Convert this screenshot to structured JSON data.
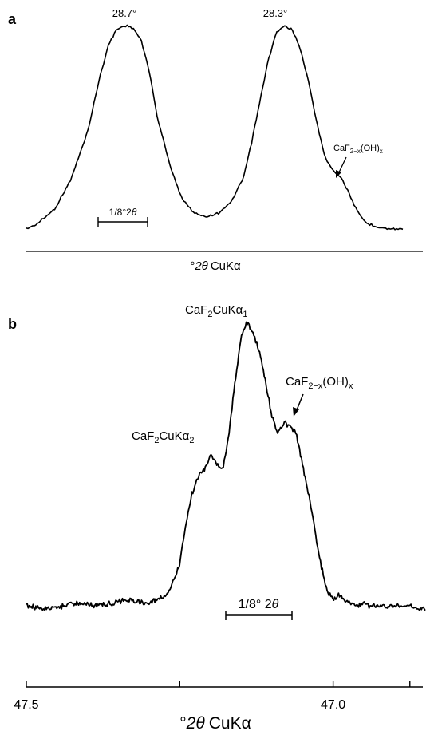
{
  "chart_data": [
    {
      "type": "line",
      "panel_label": "a",
      "xlabel_prefix": "°",
      "xlabel_theta": "2θ",
      "xlabel_suffix": "CuK",
      "xlabel_alpha": "α",
      "peak_labels": [
        "28.7°",
        "28.3°"
      ],
      "annotation": {
        "base": "CaF",
        "sub1": "2−x",
        "mid": "(OH)",
        "sub2": "x"
      },
      "scale_bar": {
        "text": "1/8°2",
        "theta": "θ",
        "width_deg": 0.125
      },
      "x_direction": "decreasing",
      "xlim": [
        28.95,
        28.03
      ],
      "ylim": [
        0,
        1
      ],
      "series": [
        {
          "x": [
            28.95,
            28.92,
            28.88,
            28.84,
            28.8,
            28.77,
            28.75,
            28.73,
            28.71,
            28.69,
            28.67,
            28.65,
            28.63,
            28.6,
            28.57,
            28.54,
            28.51,
            28.48,
            28.45,
            28.42,
            28.4,
            28.38,
            28.36,
            28.34,
            28.32,
            28.3,
            28.28,
            28.26,
            28.24,
            28.22,
            28.2,
            28.18,
            28.16,
            28.14,
            28.12,
            28.09,
            28.06,
            28.03
          ],
          "y": [
            0.0,
            0.03,
            0.1,
            0.25,
            0.48,
            0.75,
            0.9,
            0.98,
            1.0,
            0.99,
            0.93,
            0.78,
            0.55,
            0.32,
            0.15,
            0.08,
            0.06,
            0.08,
            0.13,
            0.25,
            0.42,
            0.62,
            0.82,
            0.96,
            1.0,
            0.98,
            0.88,
            0.72,
            0.52,
            0.35,
            0.29,
            0.25,
            0.17,
            0.08,
            0.03,
            0.01,
            0.0,
            0.0
          ]
        }
      ]
    },
    {
      "type": "line",
      "panel_label": "b",
      "xlabel_prefix": "°",
      "xlabel_theta": "2θ",
      "xlabel_suffix": "CuK",
      "xlabel_alpha": "α",
      "x_direction": "decreasing",
      "xlim": [
        47.5,
        46.85
      ],
      "ylim": [
        0,
        1
      ],
      "xticks": [
        47.5,
        47.25,
        47.0,
        46.875
      ],
      "xtick_labels": [
        "47.5",
        "",
        "47.0",
        ""
      ],
      "peak_labels": [
        {
          "base": "CaF",
          "sub": "2",
          "mid": "CuK",
          "alpha": "α",
          "alpha_sub": "1"
        },
        {
          "base": "CaF",
          "sub": "2",
          "mid": "CuK",
          "alpha": "α",
          "alpha_sub": "2"
        }
      ],
      "annotation": {
        "base": "CaF",
        "sub1": "2−x",
        "mid": "(OH)",
        "sub2": "x"
      },
      "scale_bar": {
        "text": "1/8° 2",
        "theta": "θ",
        "width_deg": 0.125
      },
      "series": [
        {
          "x": [
            47.5,
            47.46,
            47.42,
            47.38,
            47.34,
            47.3,
            47.27,
            47.25,
            47.24,
            47.23,
            47.22,
            47.21,
            47.2,
            47.19,
            47.18,
            47.17,
            47.16,
            47.15,
            47.14,
            47.13,
            47.12,
            47.11,
            47.1,
            47.09,
            47.08,
            47.07,
            47.06,
            47.05,
            47.04,
            47.03,
            47.02,
            47.01,
            47.0,
            46.99,
            46.98,
            46.97,
            46.96,
            46.95,
            46.94,
            46.93,
            46.91,
            46.88,
            46.85
          ],
          "y": [
            0.04,
            0.03,
            0.05,
            0.04,
            0.06,
            0.05,
            0.08,
            0.18,
            0.32,
            0.42,
            0.48,
            0.5,
            0.55,
            0.52,
            0.5,
            0.62,
            0.8,
            0.95,
            1.0,
            0.96,
            0.9,
            0.8,
            0.68,
            0.63,
            0.66,
            0.65,
            0.62,
            0.52,
            0.42,
            0.3,
            0.18,
            0.09,
            0.06,
            0.08,
            0.06,
            0.05,
            0.04,
            0.05,
            0.04,
            0.04,
            0.04,
            0.04,
            0.03
          ]
        }
      ]
    }
  ]
}
